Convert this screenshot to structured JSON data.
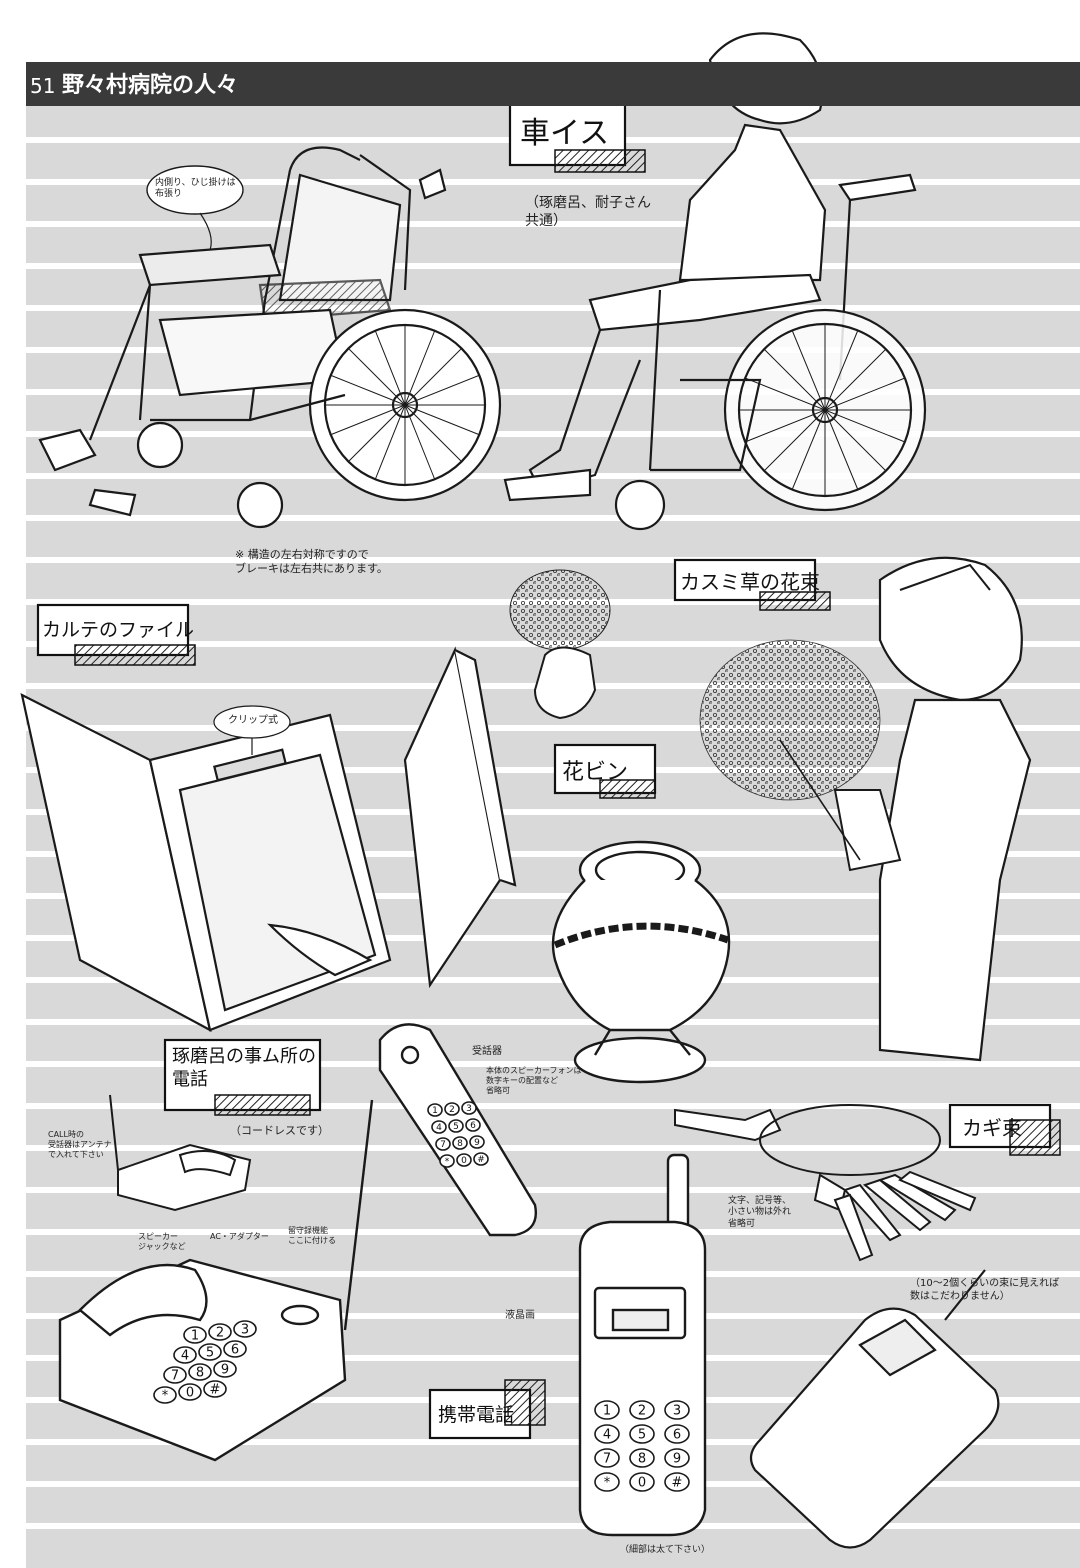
{
  "header": {
    "page_number": "51",
    "title": "野々村病院の人々"
  },
  "labels": {
    "wheelchair": "車イス",
    "wheelchair_common": "（琢磨呂、耐子さん\n共通）",
    "wheelchair_note": "※ 構造の左右対称ですので\nブレーキは左右共にあります。",
    "seat_note": "内側り、ひじ掛けは\n布張り",
    "chart_file": "カルテのファイル",
    "clip_note": "クリップ式",
    "bouquet": "カスミ草の花束",
    "vase": "花ビン",
    "office_phone": "琢磨呂の事ム所の\n電話",
    "cordless_note": "（コードレスです）",
    "receiver_note": "受話器",
    "receiver_detail": "本体のスピーカーフォンは\n数字キーの配置など\n省略可",
    "antenna_note": "CALL時の\n受話器はアンテナ\nで入れて下さい",
    "speaker_note": "スピーカー\nジャックなど",
    "cord_note": "AC・アダプター",
    "message_note": "留守録機能\nここに付ける",
    "keys": "カギ束",
    "keys_note": "（10〜2個くらいの束に見えれば\n数はこだわりません）",
    "keypad_note": "文字、記号等、\n小さい物は外れ\n省略可",
    "display_note": "液晶画",
    "mobile_phone": "携帯電話",
    "mobile_bottom_note": "（細部は太て下さい）"
  },
  "keypad_office": [
    "1",
    "2",
    "3",
    "4",
    "5",
    "6",
    "7",
    "8",
    "9",
    "*",
    "0",
    "#"
  ],
  "keypad_cordless": [
    "1",
    "2",
    "3",
    "4",
    "5",
    "6",
    "7",
    "8",
    "9",
    "*",
    "0",
    "#"
  ],
  "keypad_mobile": [
    "1",
    "2",
    "3",
    "4",
    "5",
    "6",
    "7",
    "8",
    "9",
    "*",
    "0",
    "#"
  ],
  "colors": {
    "header_bg": "#3a3a3a",
    "paper_bg": "#dadada",
    "stripe": "#ffffff",
    "ink": "#1a1a1a"
  }
}
